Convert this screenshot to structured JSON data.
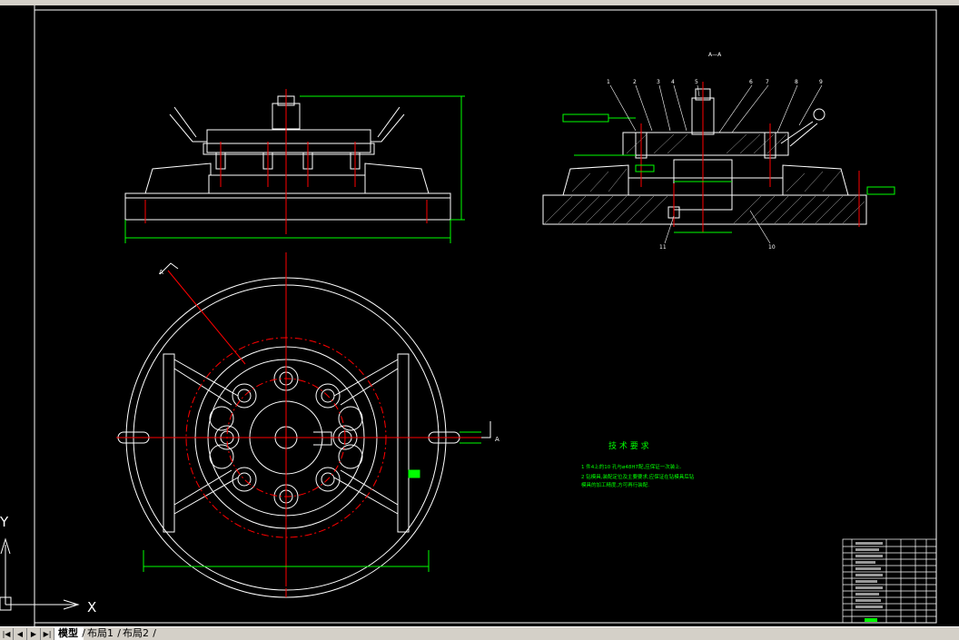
{
  "window": {
    "toolbar_visible": true
  },
  "layout_tabs": {
    "nav_buttons": [
      "|◀",
      "◀",
      "▶",
      "▶|"
    ],
    "tabs": [
      {
        "label": "模型",
        "active": true
      },
      {
        "label": "布局1",
        "active": false
      },
      {
        "label": "布局2",
        "active": false
      }
    ]
  },
  "ucs": {
    "x_label": "X",
    "y_label": "Y"
  },
  "drawing": {
    "section_label": "A—A",
    "section_marker": "A",
    "part_numbers_top": [
      "1",
      "2",
      "3",
      "4",
      "5",
      "6",
      "7",
      "8",
      "9"
    ],
    "part_numbers_bottom": [
      "11",
      "10"
    ],
    "tech_requirements": {
      "title": "技 术 要 求",
      "lines": [
        "1  件4上的10  孔与ø48H7配,应保证一次装上.",
        "2  钻模具,装配定位及主要要求,应保证在钻模具后钻",
        "模具的加工精度,方可再行装配."
      ]
    }
  },
  "colors": {
    "background": "#000000",
    "line": "#ffffff",
    "center": "#ff0000",
    "dimension": "#00ff00",
    "panel": "#d4d0c8"
  }
}
